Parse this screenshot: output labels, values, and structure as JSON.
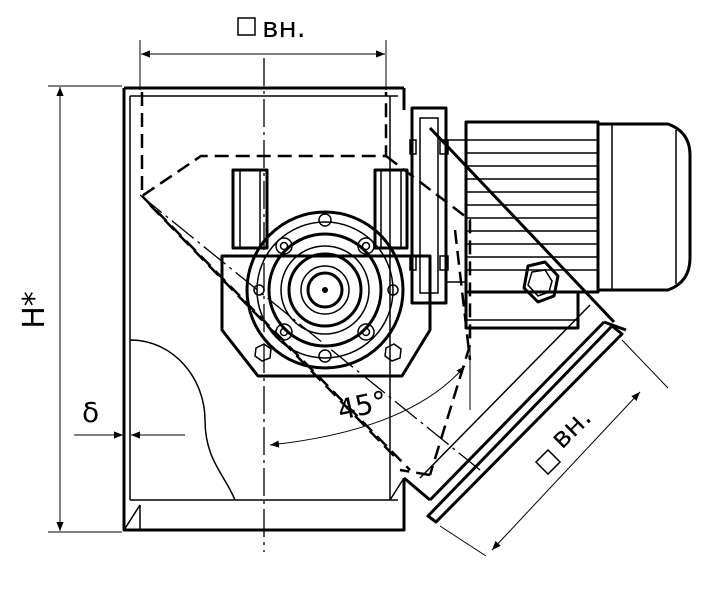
{
  "labels": {
    "top_inner_size": "вн.",
    "height": "H*",
    "gap": "δ",
    "angle": "45°",
    "outlet_inner_size": "вн."
  },
  "symbols": {
    "square_icon": "square-symbol"
  }
}
